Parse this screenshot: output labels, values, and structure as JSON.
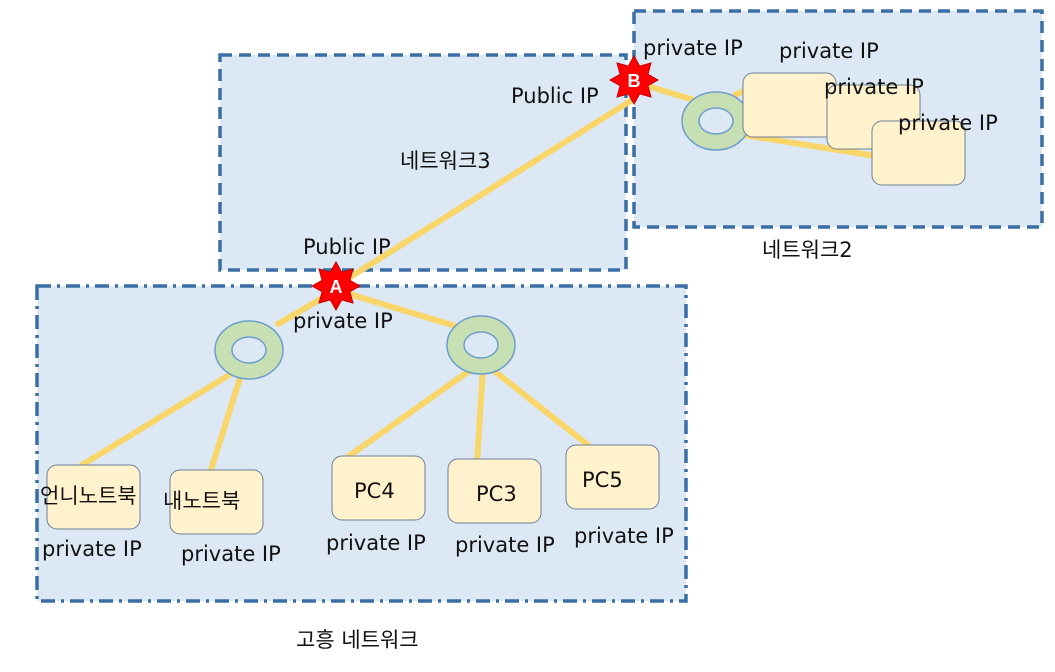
{
  "networks": {
    "home": {
      "label": "고흥 네트워크"
    },
    "net2": {
      "label": "네트워크2"
    },
    "net3": {
      "label": "네트워크3"
    }
  },
  "routers": {
    "a": {
      "badge": "A"
    },
    "b": {
      "badge": "B"
    }
  },
  "labels": {
    "public_ip_a": "Public IP",
    "public_ip_b": "Public IP",
    "private_ip_a": "private IP",
    "private_ip_b": "private IP"
  },
  "devices": [
    {
      "name": "언니노트북",
      "ip": "private IP"
    },
    {
      "name": "내노트북",
      "ip": "private IP"
    },
    {
      "name": "PC4",
      "ip": "private IP"
    },
    {
      "name": "PC3",
      "ip": "private IP"
    },
    {
      "name": "PC5",
      "ip": "private IP"
    }
  ],
  "net2_devices": [
    {
      "ip": "private IP"
    },
    {
      "ip": "private IP"
    },
    {
      "ip": "private IP"
    }
  ],
  "colors": {
    "network_fill": "#dde8f5",
    "network_border": "#3a6fa5",
    "link": "#f9d66a",
    "hub_fill": "#c6e0b4",
    "hub_stroke": "#6d9eca",
    "device_fill": "#fff2cc",
    "badge_fill": "#ff0000"
  }
}
